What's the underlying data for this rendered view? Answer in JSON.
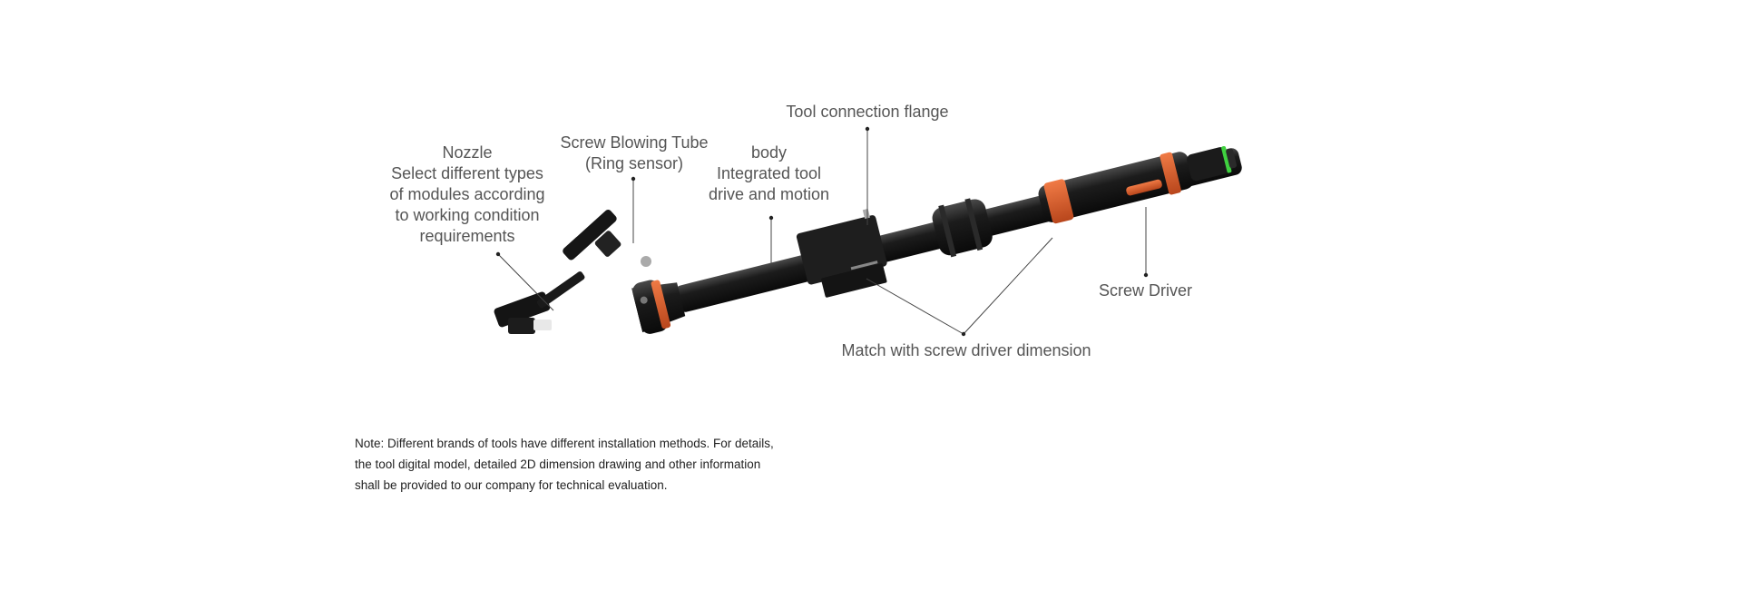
{
  "labels": {
    "nozzle": {
      "title": "Nozzle",
      "lines": [
        "Select different types",
        "of modules according",
        "to working condition",
        "requirements"
      ]
    },
    "blowing_tube": {
      "lines": [
        "Screw Blowing Tube",
        "(Ring sensor)"
      ]
    },
    "body": {
      "lines": [
        "body",
        "Integrated tool",
        "drive and motion"
      ]
    },
    "flange": {
      "text": "Tool connection flange"
    },
    "screw_driver": {
      "text": "Screw Driver"
    },
    "match": {
      "text": "Match with screw driver dimension"
    }
  },
  "note": "Note: Different brands of tools have different installation methods. For details, the tool digital model, detailed 2D dimension drawing and other information shall be provided to our company for technical evaluation.",
  "colors": {
    "tool_body": "#1a1a1a",
    "accent_ring": "#d85a2a",
    "indicator_ring": "#3fd13f",
    "label_text": "#555555",
    "leader_line": "#444444"
  }
}
